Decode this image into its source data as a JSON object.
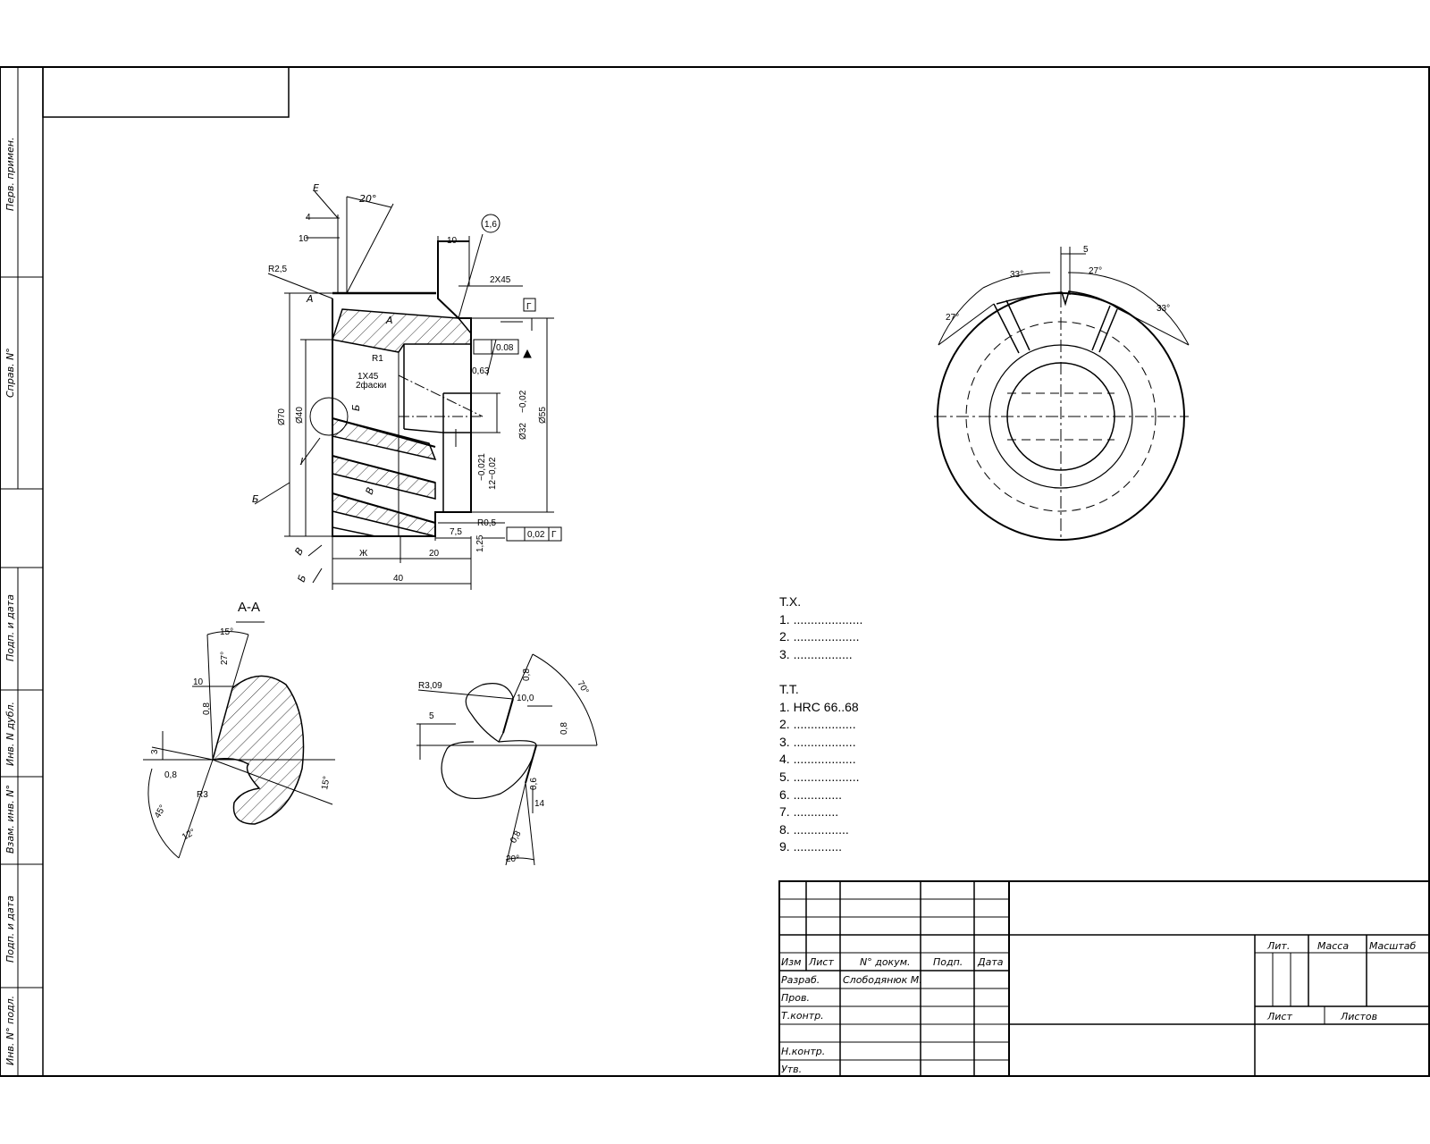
{
  "sidebar": {
    "labels": [
      "Перв. примен.",
      "Справ. N°",
      "Подп. и дата",
      "Инв. N дубл.",
      "Взам. инв. N°",
      "Подп. и дата",
      "Инв. N° подл."
    ]
  },
  "main_view": {
    "dims": {
      "e": "Е",
      "angle20": "20°",
      "d4": "4",
      "d10": "10",
      "r25": "R2,5",
      "a1": "A",
      "a2": "A",
      "d10b": "10",
      "d2x45": "2X45",
      "bubble": "1,6",
      "frame_g": "Г",
      "tol008": "0.08",
      "r1": "R1",
      "ch1x45": "1Х45",
      "ch2f": "2фаски",
      "ra063": "0,63",
      "d32": "Ø32",
      "d32tol": "−0,02",
      "d55": "Ø55",
      "d70": "Ø70",
      "d40": "Ø40",
      "b_letter": "Б",
      "i_letter": "I",
      "b_letter2": "Б",
      "v_letter": "В",
      "tol021": "−0,021",
      "tol12": "12−0,02",
      "r05": "R0,5",
      "d75": "7,5",
      "runout": "0,02",
      "g2": "Г",
      "zh": "Ж",
      "d20": "20",
      "d40b": "40",
      "ra125": "1,25",
      "v2": "В",
      "b2": "Б"
    }
  },
  "side_view": {
    "dims": {
      "d5": "5",
      "a33": "33°",
      "a27": "27°",
      "a27b": "27°",
      "a33b": "33°"
    }
  },
  "section_aa": {
    "title": "А-А",
    "dims": {
      "a15": "15°",
      "a27s": "27°",
      "d10s": "10",
      "ra08s": "0,8",
      "d3": "3",
      "ra08b": "0,8",
      "r3": "R3",
      "a15b": "15°",
      "a45": "45°",
      "a12": "12°"
    }
  },
  "detail_view": {
    "dims": {
      "r309": "R3,09",
      "d5d": "5",
      "d10d": "10,0",
      "ra08a": "0,8",
      "ra08b": "0,8",
      "ra08c": "0,8",
      "a70": "70°",
      "d14": "14",
      "a20": "20°",
      "ra06": "0,6"
    }
  },
  "notes": {
    "tx_title": "Т.Х.",
    "tx_items": [
      "1. ....................",
      "2. ...................",
      "3. ................."
    ],
    "tt_title": "Т.Т.",
    "tt_items": [
      "1. HRC 66..68",
      "2. ..................",
      "3. ..................",
      "4. ..................",
      "5. ...................",
      "6. ..............",
      "7. .............",
      "8. ................",
      "9. .............."
    ]
  },
  "title_block": {
    "col_headers": [
      "Изм",
      "Лист",
      "N° докум.",
      "Подп.",
      "Дата"
    ],
    "row_labels": [
      "Разраб.",
      "Пров.",
      "Т.контр.",
      "",
      "Н.контр.",
      "Утв."
    ],
    "developer": "Слободянюк М.",
    "lit": "Лит.",
    "mass": "Масса",
    "scale": "Масштаб",
    "sheet": "Лист",
    "sheets": "Листов"
  }
}
